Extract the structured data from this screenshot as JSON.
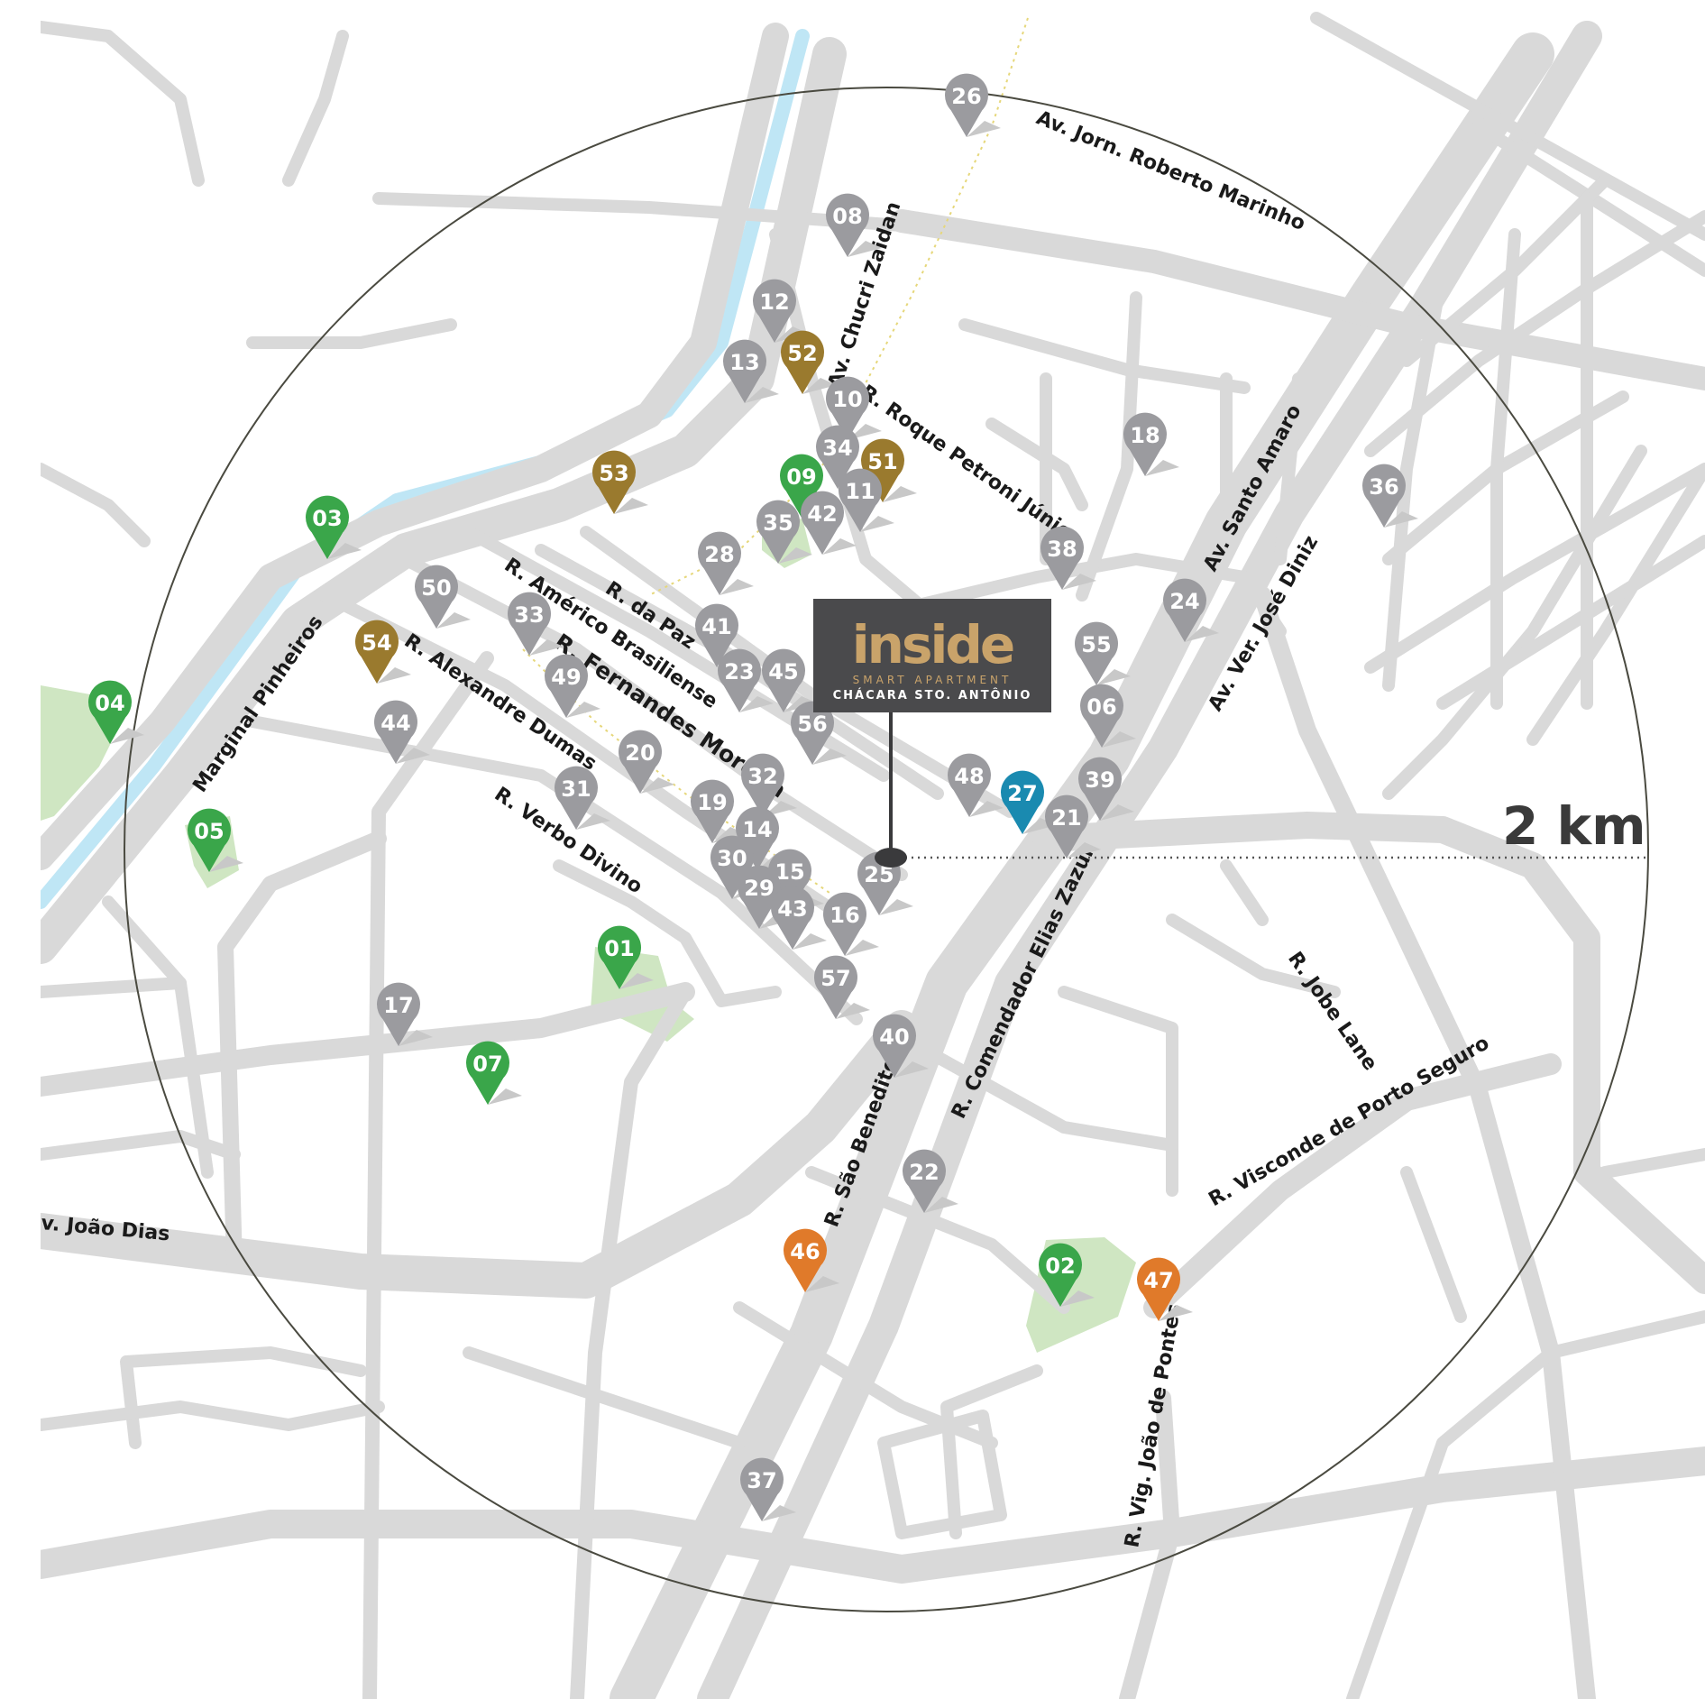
{
  "logo": {
    "brand": "inside",
    "tagline": "SMART APARTMENT",
    "location": "CHÁCARA STO. ANTÔNIO",
    "colors": {
      "box": "#4a4a4c",
      "brand": "#c9a36a",
      "text": "#ffffff"
    }
  },
  "scale": {
    "label": "2 km"
  },
  "colors": {
    "road": "#d9d9d9",
    "river": "#bfe6f5",
    "park": "#cfe6c2",
    "ring": "#4a4a40",
    "pin_gray": "#9b9b9f",
    "pin_green": "#3aa64a",
    "pin_gold": "#9a7a2e",
    "pin_orange": "#e07a2a",
    "pin_blue": "#1a8ab0"
  },
  "streets": [
    "Av. Jorn. Roberto Marinho",
    "Av. Chucri Zaidan",
    "R. Roque Petroni Júnior",
    "Av. Santo Amaro",
    "Av. Ver. José Diniz",
    "R. da Paz",
    "R. Américo Brasiliense",
    "R. Fernandes Moreira",
    "R. Alexandre Dumas",
    "Marginal Pinheiros",
    "R. Verbo Divino",
    "R. Comendador Elias Zazur",
    "R. São Benedito",
    "R. Jobe Lane",
    "R. Visconde de Porto Seguro",
    "R. Vig. João de Pontes",
    "v. João Dias"
  ],
  "pins": [
    {
      "label": "26",
      "color": "gray"
    },
    {
      "label": "08",
      "color": "gray"
    },
    {
      "label": "12",
      "color": "gray"
    },
    {
      "label": "52",
      "color": "gold"
    },
    {
      "label": "13",
      "color": "gray"
    },
    {
      "label": "10",
      "color": "gray"
    },
    {
      "label": "34",
      "color": "gray"
    },
    {
      "label": "51",
      "color": "gold"
    },
    {
      "label": "09",
      "color": "green"
    },
    {
      "label": "11",
      "color": "gray"
    },
    {
      "label": "42",
      "color": "gray"
    },
    {
      "label": "35",
      "color": "gray"
    },
    {
      "label": "53",
      "color": "gold"
    },
    {
      "label": "03",
      "color": "green"
    },
    {
      "label": "18",
      "color": "gray"
    },
    {
      "label": "36",
      "color": "gray"
    },
    {
      "label": "38",
      "color": "gray"
    },
    {
      "label": "28",
      "color": "gray"
    },
    {
      "label": "50",
      "color": "gray"
    },
    {
      "label": "33",
      "color": "gray"
    },
    {
      "label": "41",
      "color": "gray"
    },
    {
      "label": "24",
      "color": "gray"
    },
    {
      "label": "54",
      "color": "gold"
    },
    {
      "label": "49",
      "color": "gray"
    },
    {
      "label": "23",
      "color": "gray"
    },
    {
      "label": "45",
      "color": "gray"
    },
    {
      "label": "55",
      "color": "gray"
    },
    {
      "label": "04",
      "color": "green"
    },
    {
      "label": "06",
      "color": "gray"
    },
    {
      "label": "44",
      "color": "gray"
    },
    {
      "label": "56",
      "color": "gray"
    },
    {
      "label": "20",
      "color": "gray"
    },
    {
      "label": "31",
      "color": "gray"
    },
    {
      "label": "32",
      "color": "gray"
    },
    {
      "label": "48",
      "color": "gray"
    },
    {
      "label": "39",
      "color": "gray"
    },
    {
      "label": "27",
      "color": "blue"
    },
    {
      "label": "19",
      "color": "gray"
    },
    {
      "label": "21",
      "color": "gray"
    },
    {
      "label": "14",
      "color": "gray"
    },
    {
      "label": "05",
      "color": "green"
    },
    {
      "label": "30",
      "color": "gray"
    },
    {
      "label": "15",
      "color": "gray"
    },
    {
      "label": "29",
      "color": "gray"
    },
    {
      "label": "25",
      "color": "gray"
    },
    {
      "label": "43",
      "color": "gray"
    },
    {
      "label": "16",
      "color": "gray"
    },
    {
      "label": "01",
      "color": "green"
    },
    {
      "label": "57",
      "color": "gray"
    },
    {
      "label": "17",
      "color": "gray"
    },
    {
      "label": "40",
      "color": "gray"
    },
    {
      "label": "07",
      "color": "green"
    },
    {
      "label": "22",
      "color": "gray"
    },
    {
      "label": "46",
      "color": "orange"
    },
    {
      "label": "02",
      "color": "green"
    },
    {
      "label": "47",
      "color": "orange"
    },
    {
      "label": "37",
      "color": "gray"
    }
  ]
}
